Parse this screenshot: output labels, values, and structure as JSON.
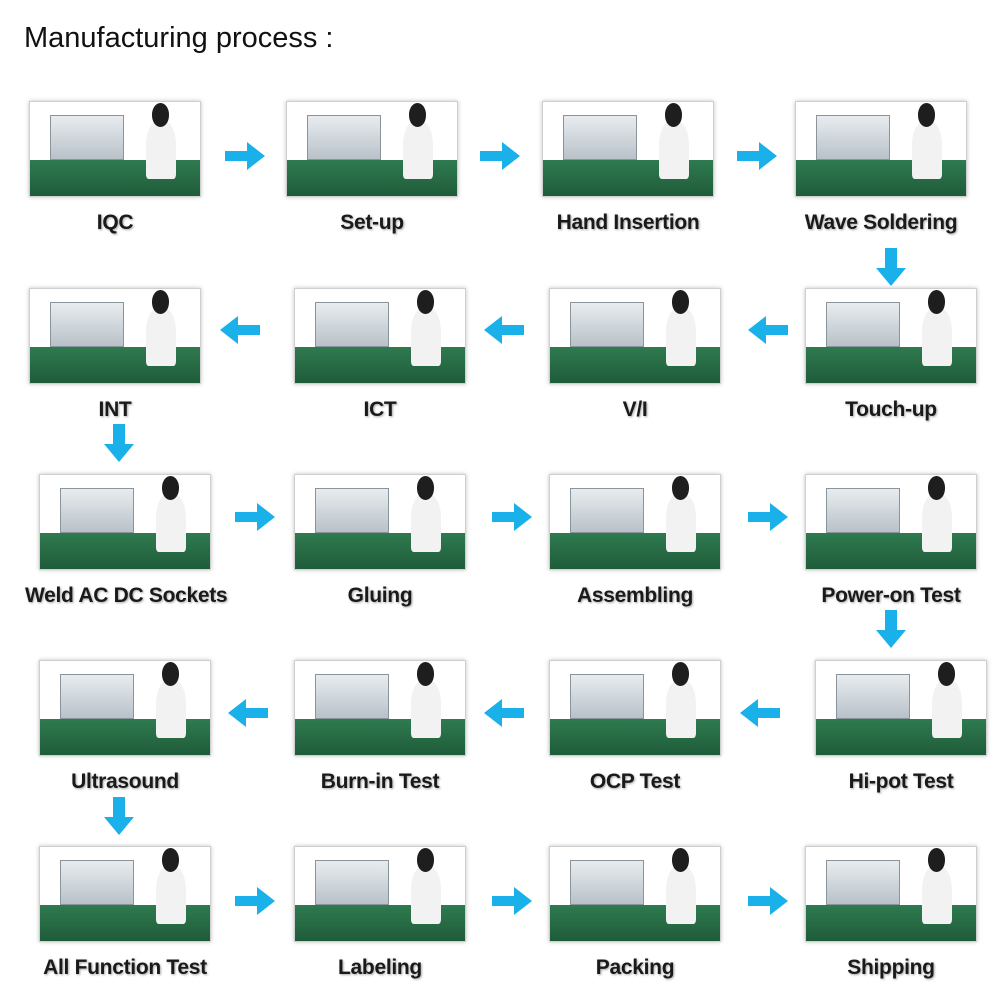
{
  "title": "Manufacturing process :",
  "colors": {
    "arrow": "#1ab0ea",
    "photo_bench": "#2f7a4f"
  },
  "steps": [
    {
      "label": "IQC"
    },
    {
      "label": "Set-up"
    },
    {
      "label": "Hand Insertion"
    },
    {
      "label": "Wave Soldering"
    },
    {
      "label": "Touch-up"
    },
    {
      "label": "V/I"
    },
    {
      "label": "ICT"
    },
    {
      "label": "INT"
    },
    {
      "label": "Weld AC DC Sockets"
    },
    {
      "label": "Gluing"
    },
    {
      "label": "Assembling"
    },
    {
      "label": "Power-on Test"
    },
    {
      "label": "Hi-pot Test"
    },
    {
      "label": "OCP Test"
    },
    {
      "label": "Burn-in Test"
    },
    {
      "label": "Ultrasound"
    },
    {
      "label": "All Function Test"
    },
    {
      "label": "Labeling"
    },
    {
      "label": "Packing"
    },
    {
      "label": "Shipping"
    }
  ]
}
